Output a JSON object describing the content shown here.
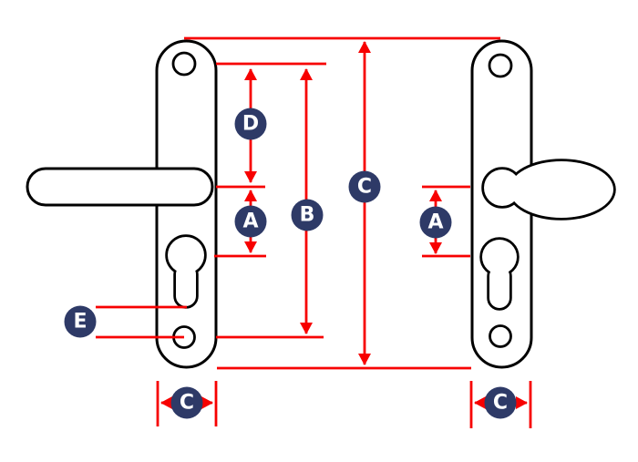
{
  "diagram": {
    "title": "Door handle dimension diagram",
    "colors": {
      "outline": "#000000",
      "dimension_line": "#f70000",
      "badge_background": "#2e3a67",
      "badge_text": "#ffffff",
      "background": "#ffffff"
    },
    "badges": {
      "d": {
        "letter": "D"
      },
      "a_left": {
        "letter": "A"
      },
      "b": {
        "letter": "B"
      },
      "c_height": {
        "letter": "C"
      },
      "a_right": {
        "letter": "A"
      },
      "e": {
        "letter": "E"
      },
      "c_width_left": {
        "letter": "C"
      },
      "c_width_right": {
        "letter": "C"
      }
    }
  }
}
